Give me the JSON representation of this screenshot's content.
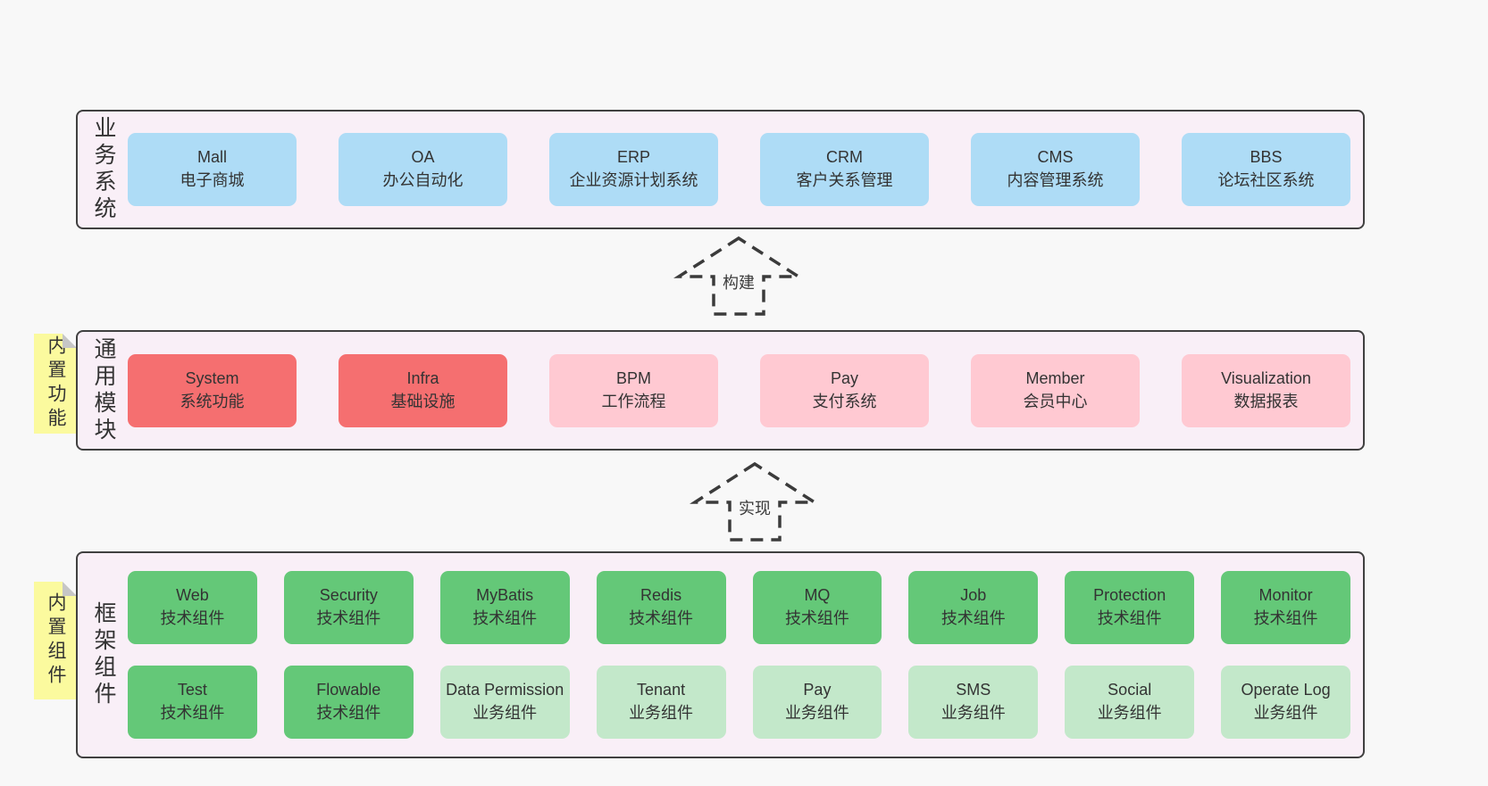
{
  "colors": {
    "page_bg": "#f8f8f8",
    "panel_bg": "#f9eff7",
    "panel_border": "#404040",
    "box_blue": "#aedcf6",
    "box_red": "#f56f70",
    "box_pink": "#ffc9d2",
    "box_green": "#64c878",
    "box_light_green": "#c3e8ca",
    "sticky_yellow": "#fbfa9e",
    "text": "#333333"
  },
  "arrows": [
    {
      "label": "构建"
    },
    {
      "label": "实现"
    }
  ],
  "notes": [
    {
      "text": "内置功能"
    },
    {
      "text": "内置组件"
    }
  ],
  "sections": [
    {
      "label": "业务系统",
      "boxes": [
        {
          "title": "Mall",
          "subtitle": "电子商城",
          "variant": "blue"
        },
        {
          "title": "OA",
          "subtitle": "办公自动化",
          "variant": "blue"
        },
        {
          "title": "ERP",
          "subtitle": "企业资源计划系统",
          "variant": "blue"
        },
        {
          "title": "CRM",
          "subtitle": "客户关系管理",
          "variant": "blue"
        },
        {
          "title": "CMS",
          "subtitle": "内容管理系统",
          "variant": "blue"
        },
        {
          "title": "BBS",
          "subtitle": "论坛社区系统",
          "variant": "blue"
        }
      ]
    },
    {
      "label": "通用模块",
      "boxes": [
        {
          "title": "System",
          "subtitle": "系统功能",
          "variant": "red"
        },
        {
          "title": "Infra",
          "subtitle": "基础设施",
          "variant": "red"
        },
        {
          "title": "BPM",
          "subtitle": "工作流程",
          "variant": "pink"
        },
        {
          "title": "Pay",
          "subtitle": "支付系统",
          "variant": "pink"
        },
        {
          "title": "Member",
          "subtitle": "会员中心",
          "variant": "pink"
        },
        {
          "title": "Visualization",
          "subtitle": "数据报表",
          "variant": "pink"
        }
      ]
    },
    {
      "label": "框架组件",
      "boxes": [
        {
          "title": "Web",
          "subtitle": "技术组件",
          "variant": "green"
        },
        {
          "title": "Security",
          "subtitle": "技术组件",
          "variant": "green"
        },
        {
          "title": "MyBatis",
          "subtitle": "技术组件",
          "variant": "green"
        },
        {
          "title": "Redis",
          "subtitle": "技术组件",
          "variant": "green"
        },
        {
          "title": "MQ",
          "subtitle": "技术组件",
          "variant": "green"
        },
        {
          "title": "Job",
          "subtitle": "技术组件",
          "variant": "green"
        },
        {
          "title": "Protection",
          "subtitle": "技术组件",
          "variant": "green"
        },
        {
          "title": "Monitor",
          "subtitle": "技术组件",
          "variant": "green"
        },
        {
          "title": "Test",
          "subtitle": "技术组件",
          "variant": "green"
        },
        {
          "title": "Flowable",
          "subtitle": "技术组件",
          "variant": "green"
        },
        {
          "title": "Data Permission",
          "subtitle": "业务组件",
          "variant": "lightgreen"
        },
        {
          "title": "Tenant",
          "subtitle": "业务组件",
          "variant": "lightgreen"
        },
        {
          "title": "Pay",
          "subtitle": "业务组件",
          "variant": "lightgreen"
        },
        {
          "title": "SMS",
          "subtitle": "业务组件",
          "variant": "lightgreen"
        },
        {
          "title": "Social",
          "subtitle": "业务组件",
          "variant": "lightgreen"
        },
        {
          "title": "Operate Log",
          "subtitle": "业务组件",
          "variant": "lightgreen"
        }
      ]
    }
  ]
}
